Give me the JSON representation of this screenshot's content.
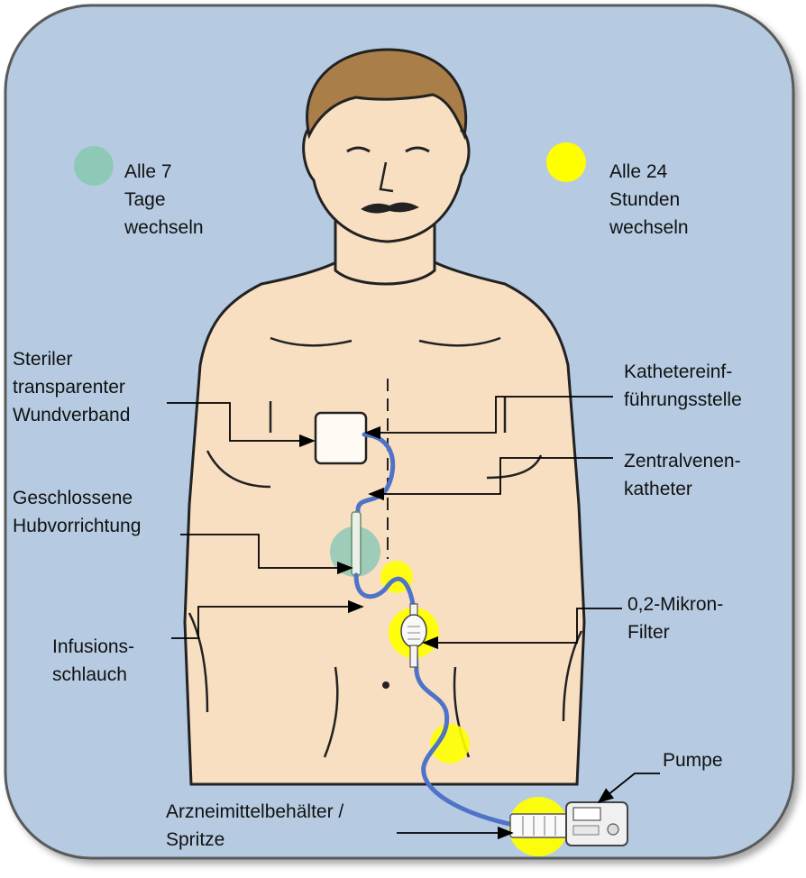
{
  "legend": {
    "weekly": {
      "color": "#8ec9b7",
      "lines": [
        "Alle 7",
        "Tage",
        "wechseln"
      ]
    },
    "daily": {
      "color": "#ffff00",
      "lines": [
        "Alle 24",
        "Stunden",
        "wechseln"
      ]
    }
  },
  "labels": {
    "dressing": [
      "Steriler",
      "transparenter",
      "Wundverband"
    ],
    "insertion_site": [
      "Kathetereinf-",
      "führungsstelle"
    ],
    "cvc": [
      "Zentralvenen-",
      "katheter"
    ],
    "closed_hub": [
      "Geschlossene",
      "Hubvorrichtung"
    ],
    "infusion_tube": [
      "Infusions-",
      "schlauch"
    ],
    "filter": [
      "0,2-Mikron-",
      "Filter"
    ],
    "pump": [
      "Pumpe"
    ],
    "container": [
      "Arzneimittelbehälter /",
      "Spritze"
    ]
  },
  "colors": {
    "background_panel": "#b6cbe2",
    "panel_border": "#5a5a5a",
    "skin": "#f8dfc2",
    "hair": "#a97e49",
    "tube": "#4e73c8"
  }
}
